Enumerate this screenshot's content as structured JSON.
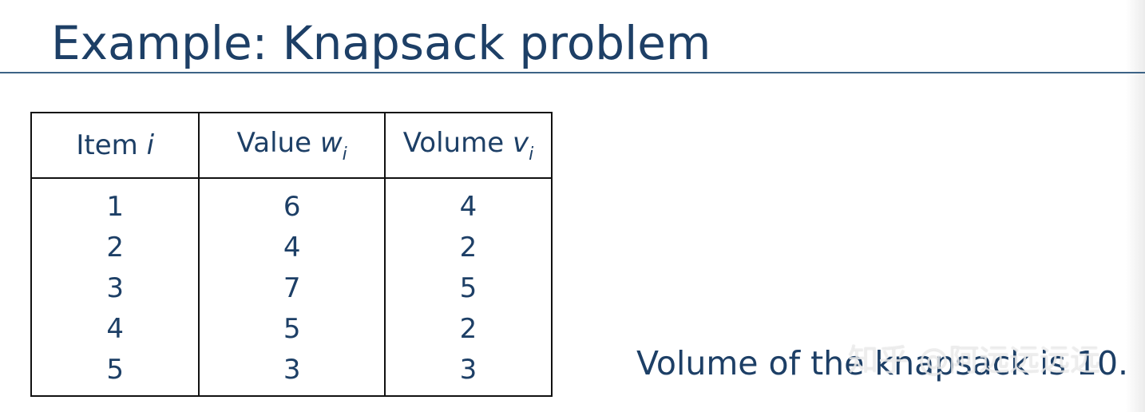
{
  "slide": {
    "title": "Example: Knapsack problem",
    "note": "Volume of the knapsack is 10.",
    "watermark": "知乎 @阿远远远远"
  },
  "table": {
    "headers": [
      {
        "label": "Item ",
        "var": "i",
        "sub": ""
      },
      {
        "label": "Value ",
        "var": "w",
        "sub": "i"
      },
      {
        "label": "Volume ",
        "var": "v",
        "sub": "i"
      }
    ],
    "rows": [
      [
        "1",
        "6",
        "4"
      ],
      [
        "2",
        "4",
        "2"
      ],
      [
        "3",
        "7",
        "5"
      ],
      [
        "4",
        "5",
        "2"
      ],
      [
        "5",
        "3",
        "3"
      ]
    ]
  },
  "colors": {
    "text": "#1d3f66",
    "rule": "#3d6386",
    "border": "#111111"
  }
}
